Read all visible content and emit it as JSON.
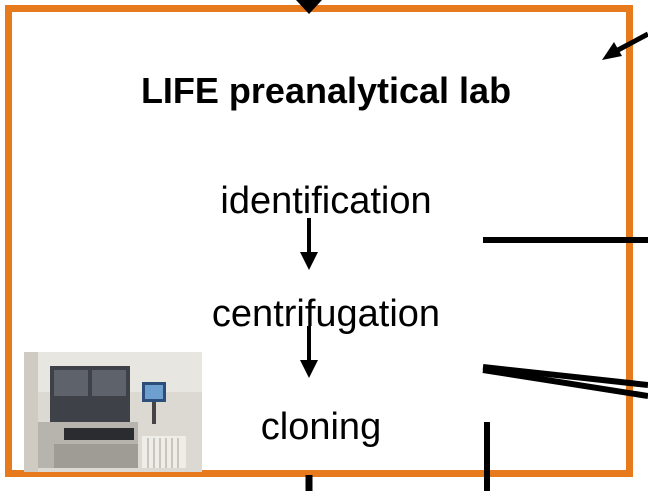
{
  "diagram": {
    "title": "LIFE preanalytical lab",
    "steps": [
      "identification",
      "centrifugation",
      "cloning"
    ],
    "colors": {
      "border": "#e87a1e",
      "arrow": "#000000"
    }
  },
  "photo": {
    "alt": "lab automation machine"
  }
}
